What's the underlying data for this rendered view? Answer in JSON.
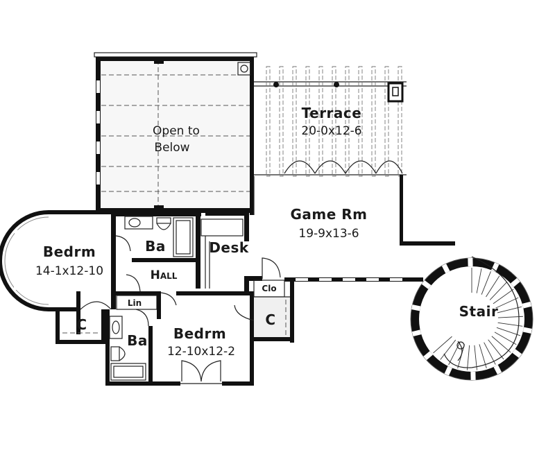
{
  "rooms": {
    "open_to_below": {
      "line1": "Open to",
      "line2": "Below"
    },
    "terrace": {
      "name": "Terrace",
      "dims": "20-0x12-6"
    },
    "game_rm": {
      "name": "Game Rm",
      "dims": "19-9x13-6"
    },
    "bedrm_west": {
      "name": "Bedrm",
      "dims": "14-1x12-10"
    },
    "ba_upper": {
      "name": "Ba"
    },
    "desk": {
      "name": "Desk"
    },
    "hall": {
      "name": "Hall"
    },
    "lin": {
      "name": "Lin"
    },
    "clo": {
      "name": "Clo"
    },
    "closet_west": {
      "name": "C"
    },
    "closet_east": {
      "name": "C"
    },
    "ba_lower": {
      "name": "Ba"
    },
    "bedrm_south": {
      "name": "Bedrm",
      "dims": "12-10x12-2"
    },
    "stair": {
      "name": "Stair"
    }
  }
}
